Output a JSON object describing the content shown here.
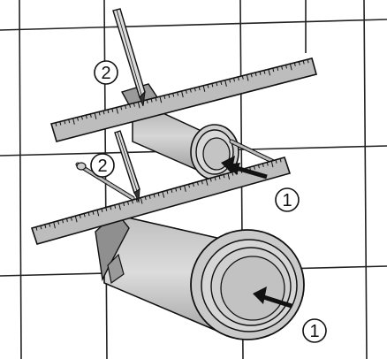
{
  "illustration": {
    "callouts": [
      {
        "id": "upper-pencil",
        "label": "2"
      },
      {
        "id": "lower-pencil",
        "label": "2"
      },
      {
        "id": "upper-pipe-opening",
        "label": "1"
      },
      {
        "id": "lower-pipe-opening",
        "label": "1"
      }
    ],
    "colors": {
      "line": "#111111",
      "pipe_fill": "#cfcfcf",
      "pipe_shadow": "#9c9c9c",
      "ruler_fill": "#bdbdbd",
      "tile_grid": "#222222",
      "background": "#ffffff"
    },
    "icons": [
      "pencil-icon",
      "spirit-level-icon",
      "arrow-icon"
    ]
  }
}
